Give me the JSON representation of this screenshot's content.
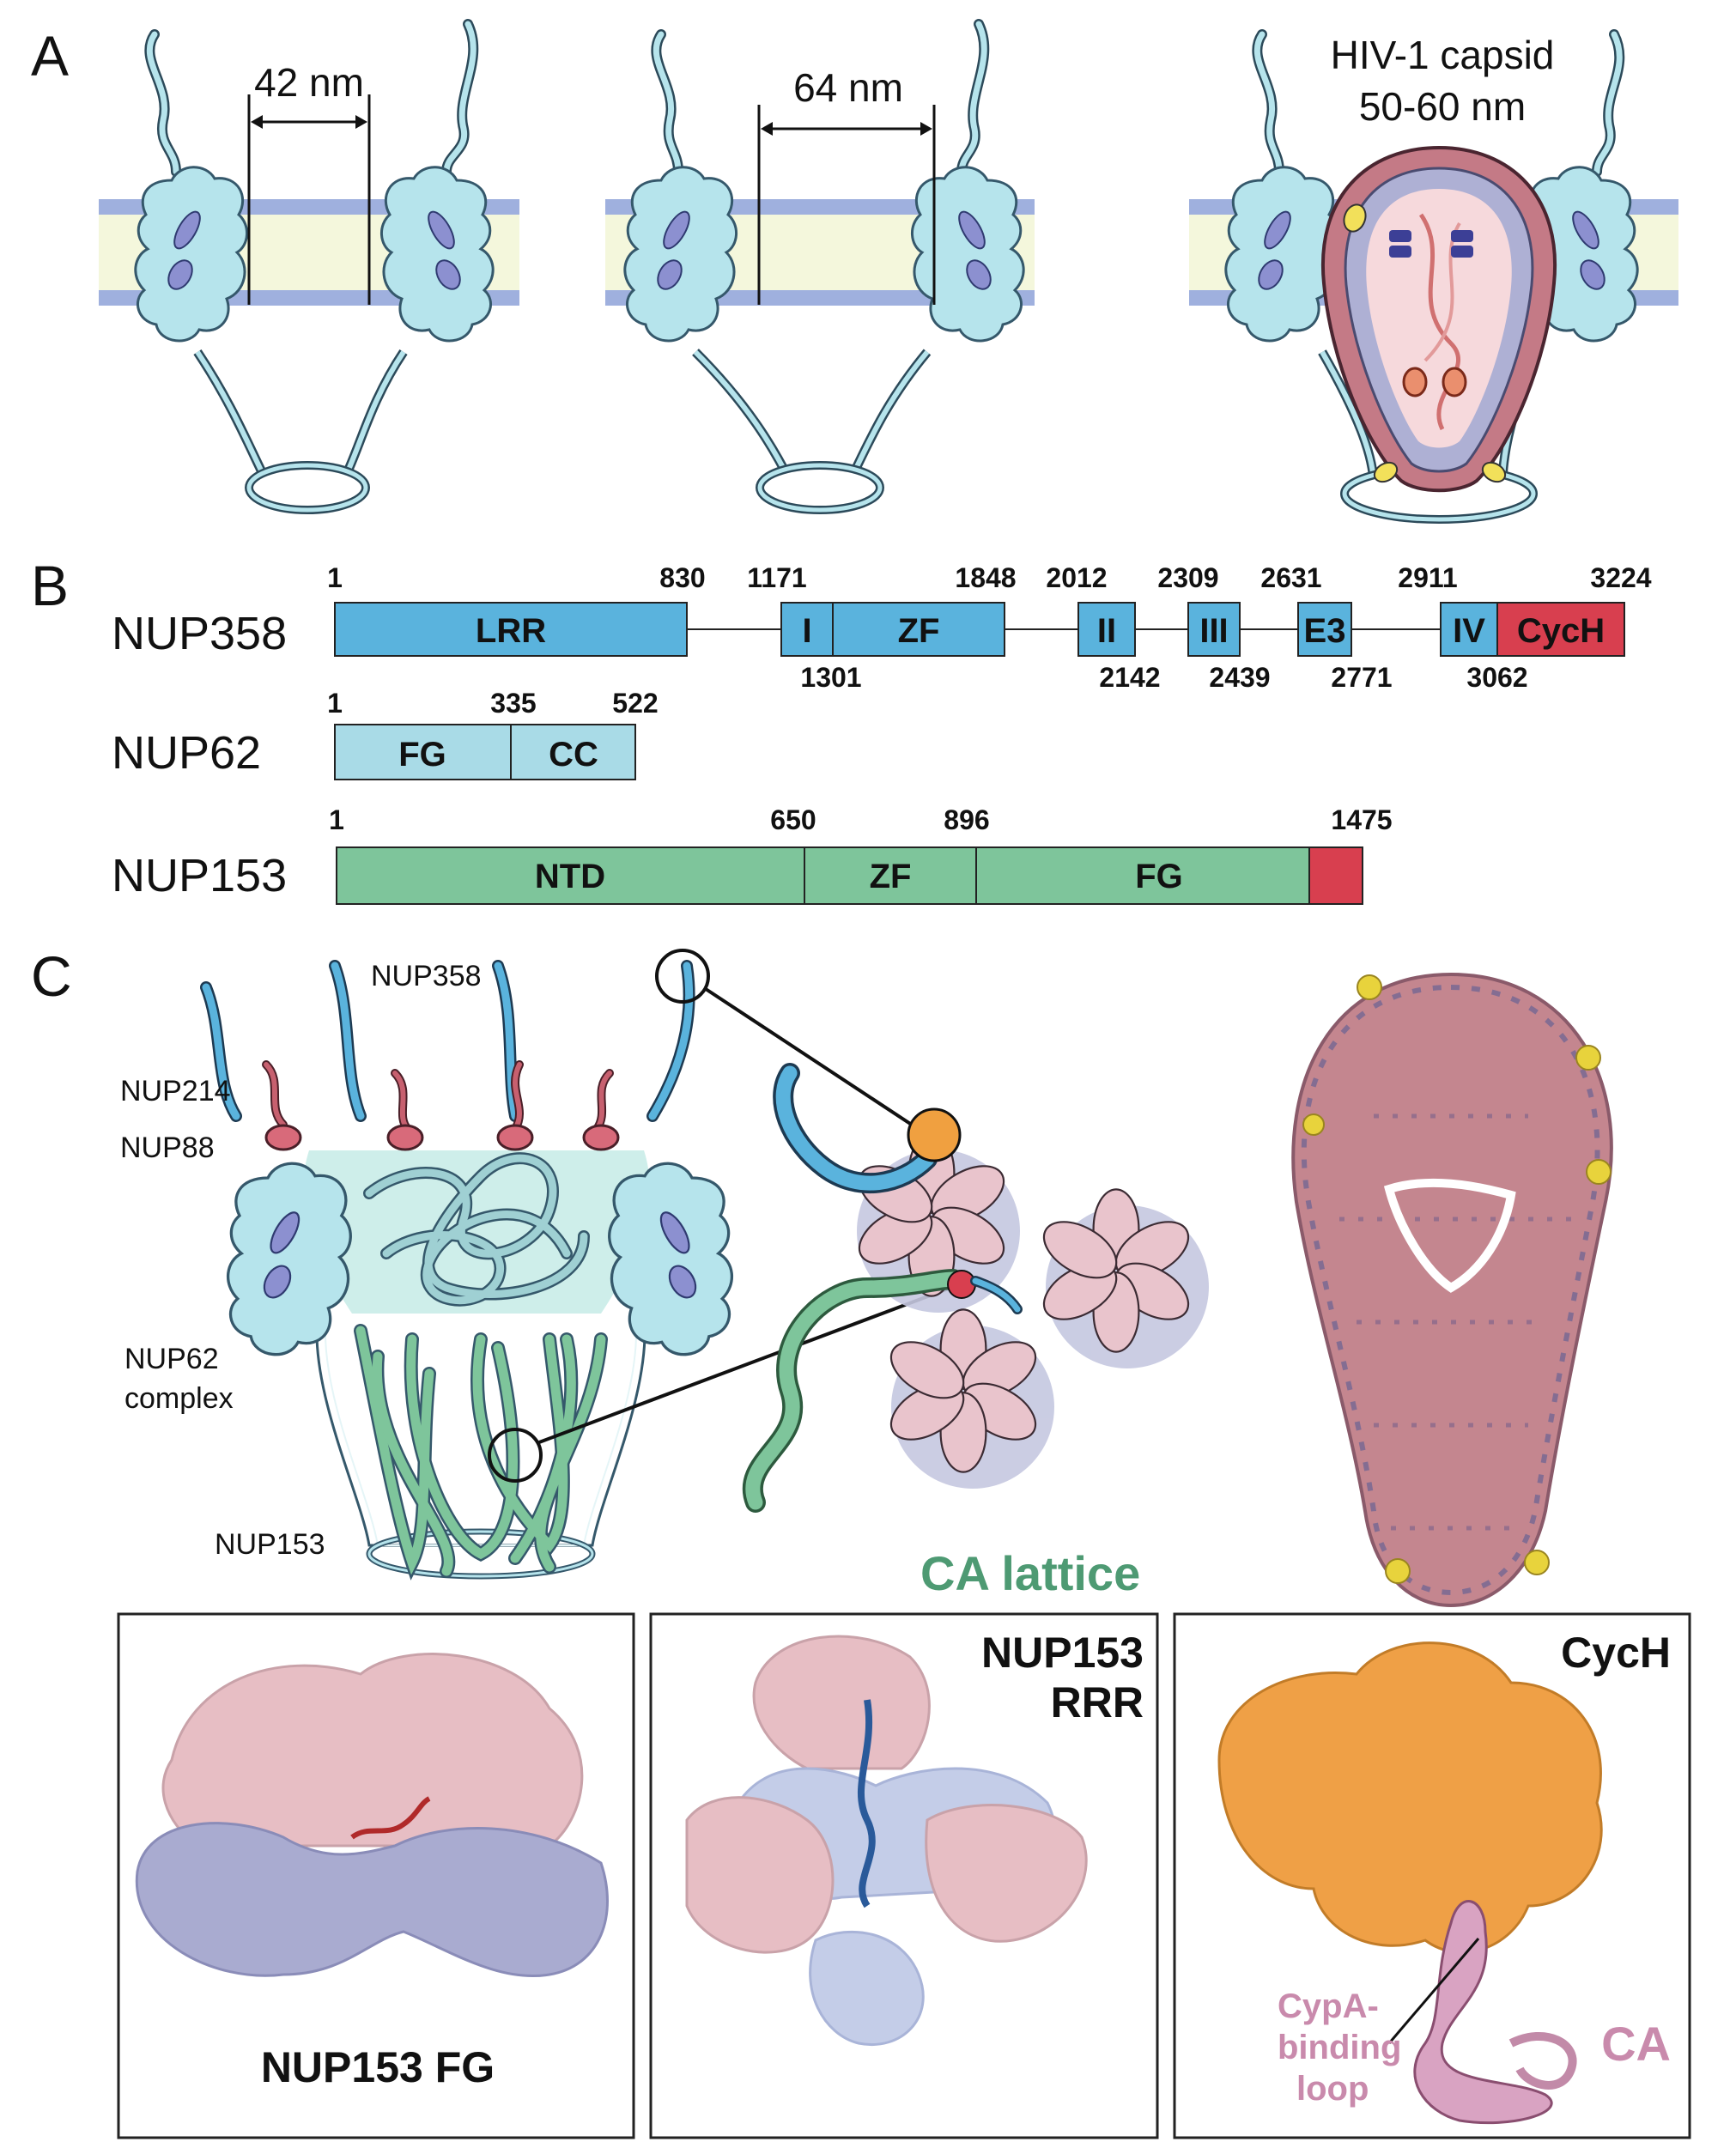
{
  "panels": {
    "a": {
      "letter": "A",
      "pore1_width": "42 nm",
      "pore2_width": "64 nm",
      "capsid_line1": "HIV-1 capsid",
      "capsid_line2": "50-60 nm"
    },
    "b": {
      "letter": "B",
      "nup358": {
        "name": "NUP358",
        "nums_top": [
          "1",
          "830",
          "1171",
          "1848",
          "2012",
          "2309",
          "2631",
          "2911",
          "3224"
        ],
        "nums_bottom": [
          "1301",
          "2142",
          "2439",
          "2771",
          "3062"
        ],
        "domains": [
          "LRR",
          "I",
          "ZF",
          "II",
          "III",
          "E3",
          "IV",
          "CycH"
        ]
      },
      "nup62": {
        "name": "NUP62",
        "nums_top": [
          "1",
          "335",
          "522"
        ],
        "domains": [
          "FG",
          "CC"
        ]
      },
      "nup153": {
        "name": "NUP153",
        "nums_top": [
          "1",
          "650",
          "896",
          "1475"
        ],
        "domains": [
          "NTD",
          "ZF",
          "FG"
        ]
      }
    },
    "c": {
      "letter": "C",
      "labels": [
        "NUP358",
        "NUP214",
        "NUP88",
        "NUP62",
        "complex",
        "NUP153"
      ],
      "lattice_label": "CA lattice",
      "box1_title": "NUP153 FG",
      "box2_title_line1": "NUP153",
      "box2_title_line2": "RRR",
      "box3_title": "CycH",
      "box3_loop_line1": "CypA-",
      "box3_loop_line2": "binding",
      "box3_loop_line3": "loop",
      "box3_ca": "CA"
    }
  },
  "colors": {
    "nup_blue": "#5ab3dd",
    "nup_light": "#a9dbe7",
    "nup_green": "#7ec59b",
    "cych_red": "#d83f4f",
    "pore_cyan": "#b6e4ec",
    "membrane_blue": "#9fb0de",
    "membrane_fill": "#f4f7dc",
    "ca_pink": "#e8c1c9",
    "ca_lavender": "#b9bcd9",
    "orange": "#f0a040",
    "lattice_green": "#4e9a73"
  }
}
